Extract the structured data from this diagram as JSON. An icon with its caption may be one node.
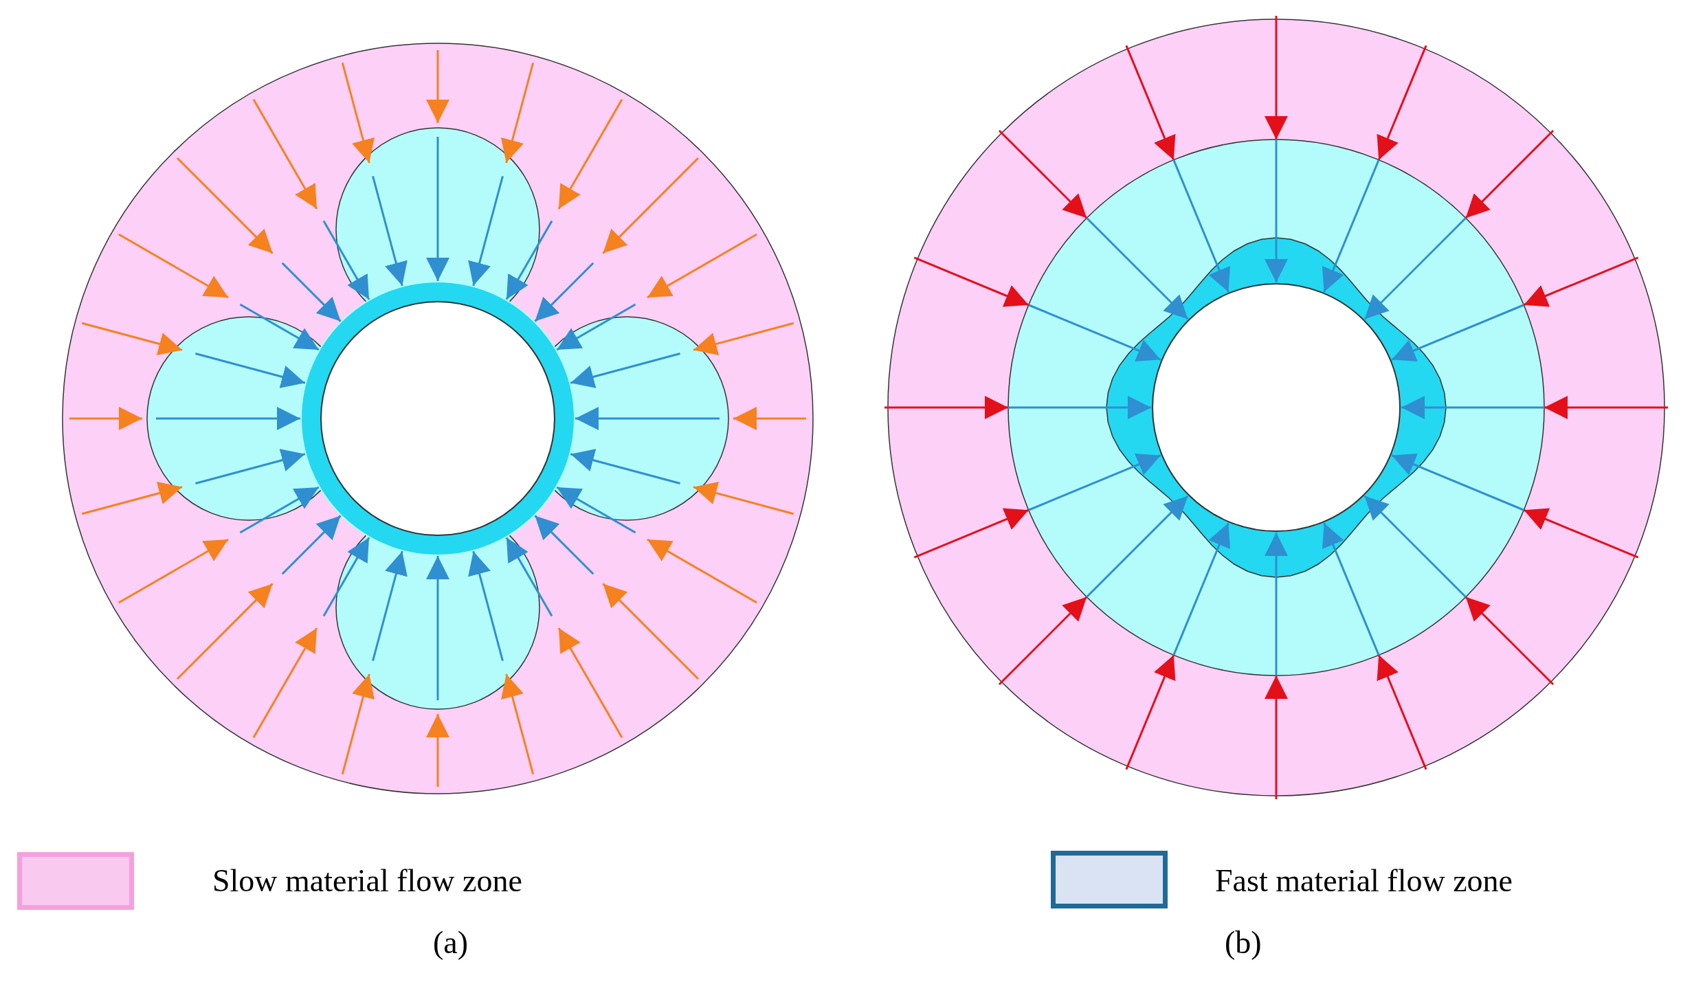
{
  "diagram": {
    "labels": [
      "(a)",
      "(b)"
    ],
    "legend": [
      {
        "text": "Slow material flow zone",
        "color": "#f9c9ef"
      },
      {
        "text": "Fast material flow zone",
        "color": "#dae3f3"
      }
    ]
  }
}
